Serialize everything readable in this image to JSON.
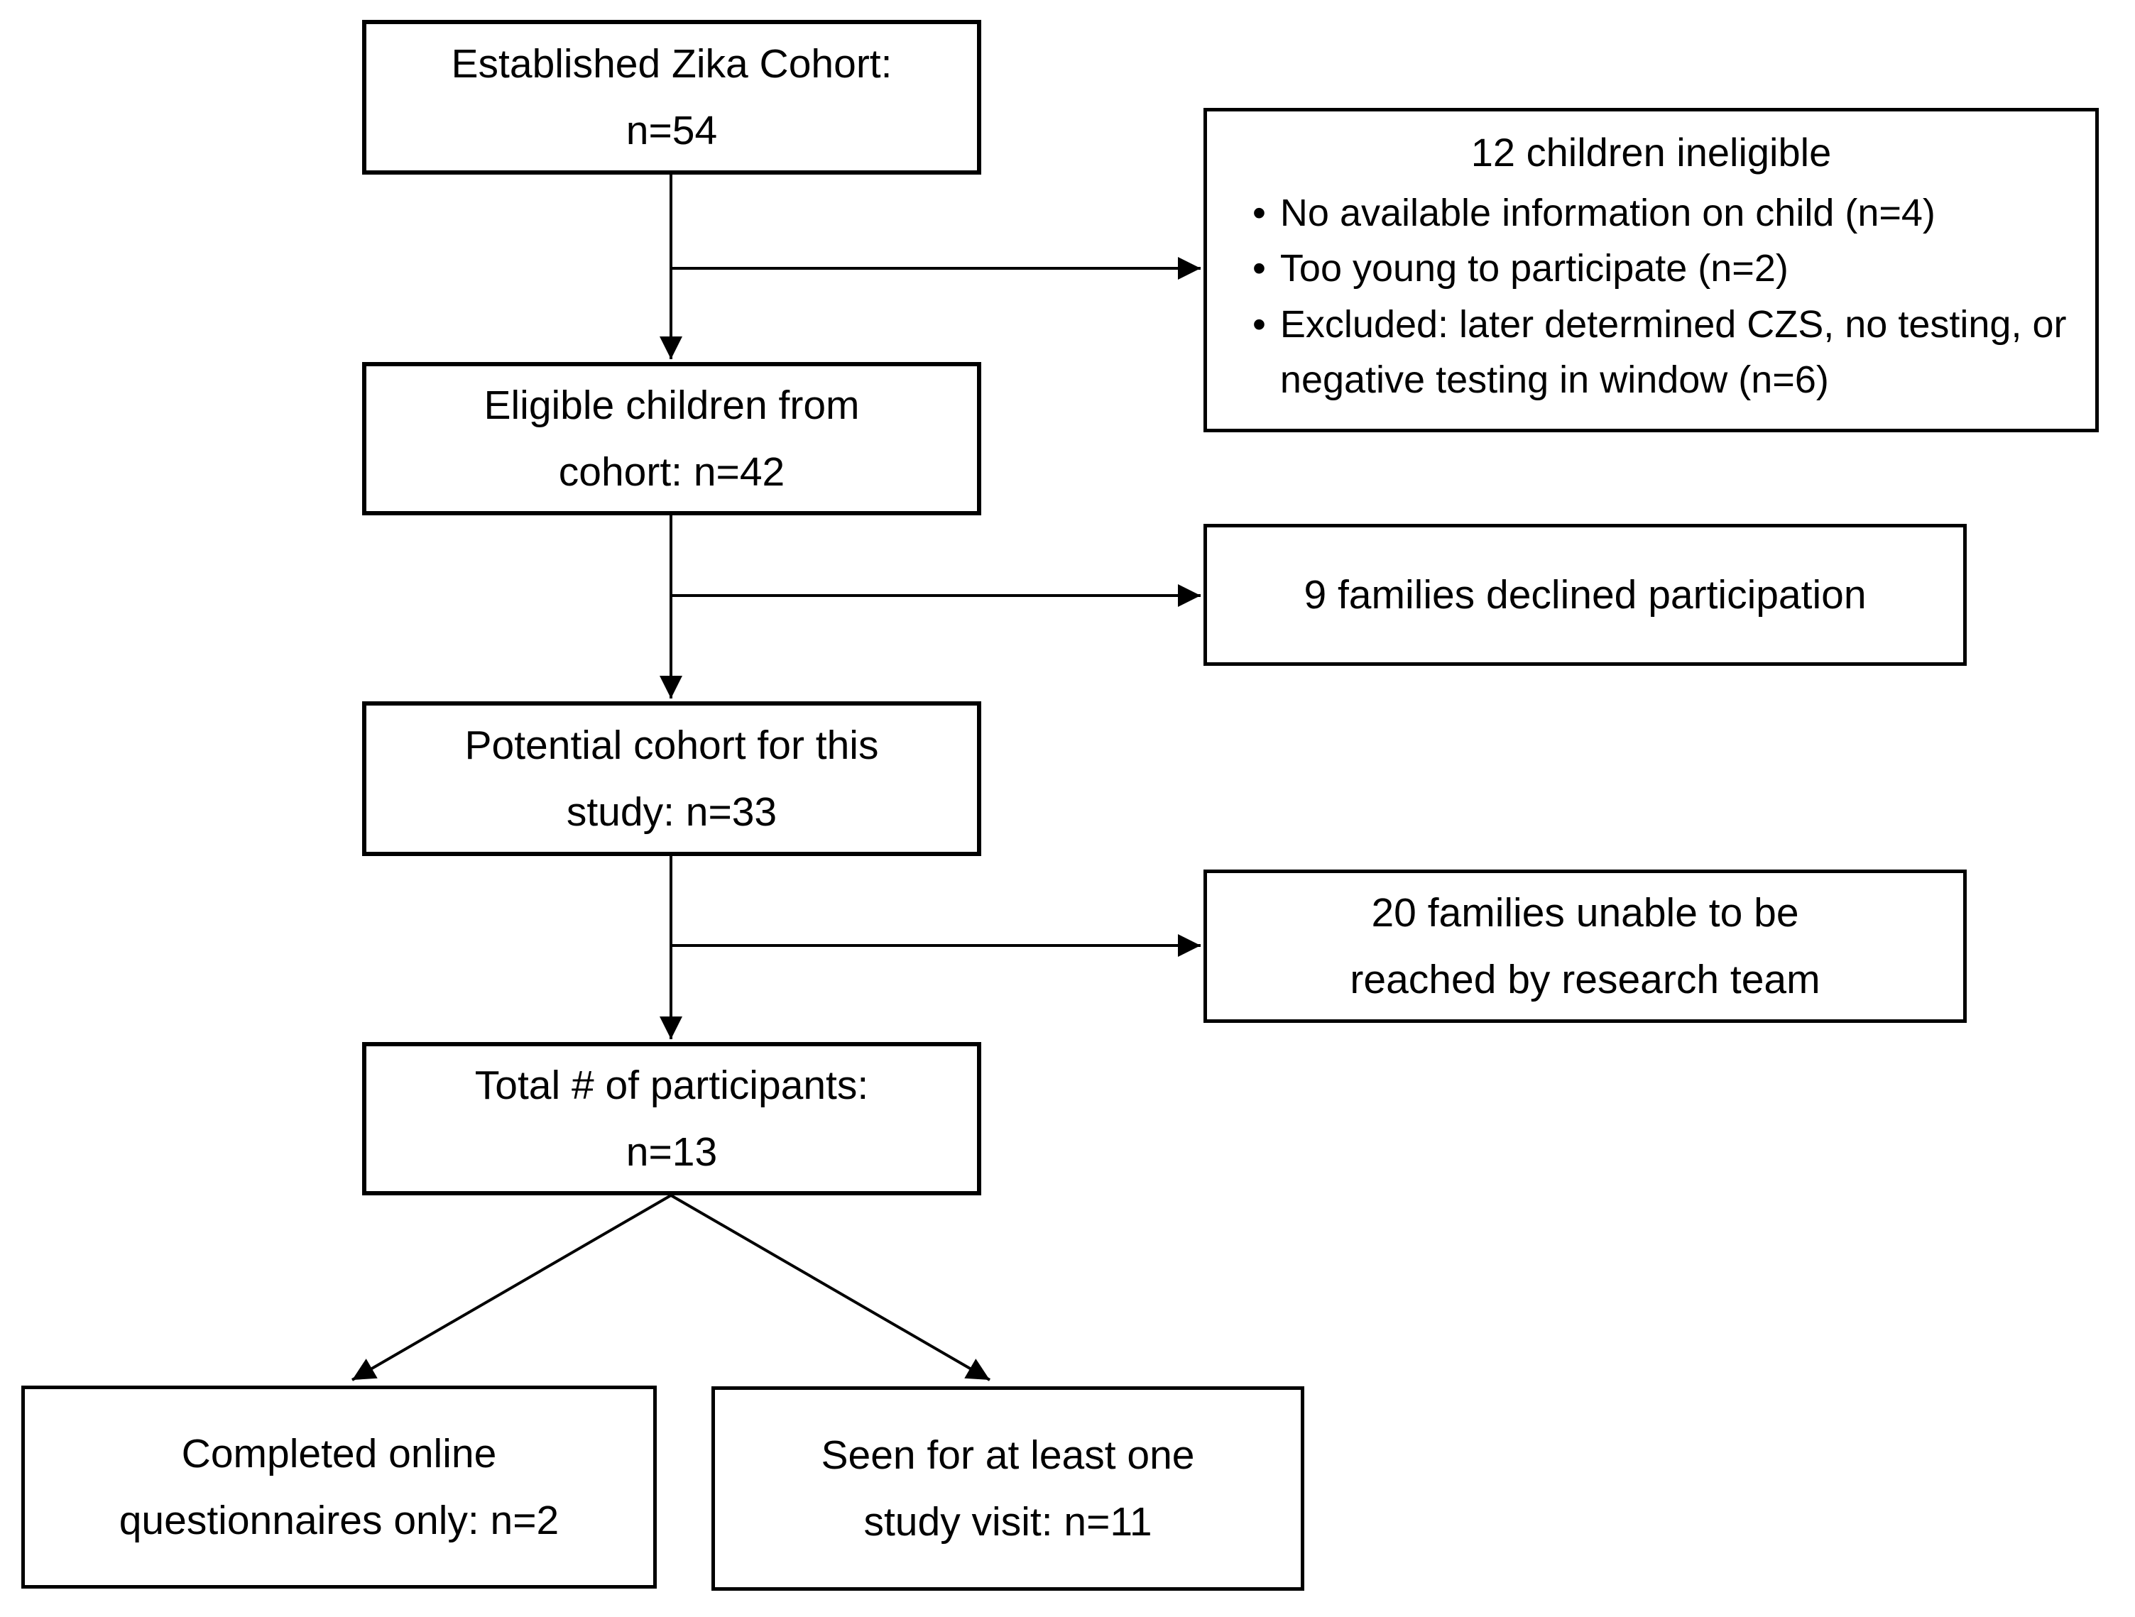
{
  "figure": {
    "background_color": "#ffffff",
    "line_color": "#000000",
    "text_color": "#000000"
  },
  "boxes": {
    "established": {
      "text": "Established Zika Cohort:\nn=54"
    },
    "ineligible": {
      "title": "12 children ineligible",
      "bullet_char": "•",
      "bullets": [
        "No available information on child (n=4)",
        "Too young to participate (n=2)",
        "Excluded: later determined CZS, no testing, or negative testing in window (n=6)"
      ]
    },
    "eligible": {
      "text": "Eligible children from\ncohort: n=42"
    },
    "declined": {
      "text": "9 families declined participation"
    },
    "potential": {
      "text": "Potential cohort for this\nstudy: n=33"
    },
    "unreached": {
      "text": "20 families unable to be\nreached by research team"
    },
    "total": {
      "text": "Total # of participants:\nn=13"
    },
    "questionnaires": {
      "text": "Completed online\nquestionnaires only: n=2"
    },
    "visits": {
      "text": "Seen for at least one\nstudy visit: n=11"
    }
  }
}
